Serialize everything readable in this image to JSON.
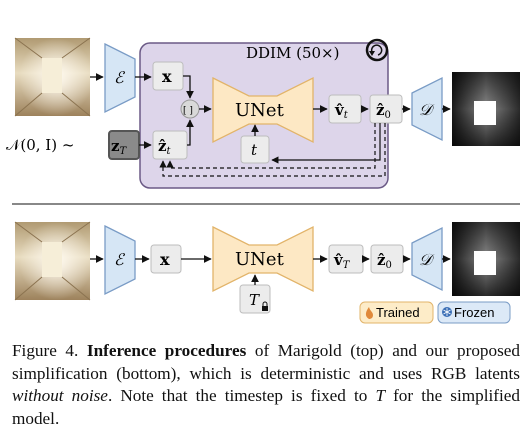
{
  "top": {
    "loop_label": "DDIM (50×)",
    "encoder": "ℰ",
    "decoder": "𝒟",
    "x_latent": "x",
    "concat_symbol": "[ ]",
    "unet": "UNet",
    "v_t": "v̂",
    "v_t_sub": "t",
    "z0": "ẑ",
    "z0_sub": "0",
    "zt": "ẑ",
    "zt_sub": "t",
    "timestep": "t",
    "noise_prefix": "𝒩(0, I) ~",
    "noise_z": "z",
    "noise_z_sub": "T"
  },
  "bottom": {
    "encoder": "ℰ",
    "decoder": "𝒟",
    "x_latent": "x",
    "unet": "UNet",
    "v_T": "v̂",
    "v_T_sub": "T",
    "z0": "ẑ",
    "z0_sub": "0",
    "timestep": "T"
  },
  "legend": {
    "trained": "Trained",
    "frozen": "Frozen"
  },
  "caption": {
    "figure_label": "Figure 4.",
    "bold_title": "Inference procedures",
    "text_1": " of Marigold (top) and our proposed simplification (bottom), which is deterministic and uses RGB latents ",
    "italic": "without noise",
    "text_2": ". Note that the timestep is fixed to ",
    "italic_T": "T",
    "text_3": " for the simplified model."
  },
  "colors": {
    "loop_fill": "#ddd5ea",
    "loop_stroke": "#6b5a86",
    "unet_fill": "#fde8c4",
    "unet_stroke": "#e2b46a",
    "encoder_fill": "#d6e6f5",
    "encoder_stroke": "#7a9cc6",
    "latent_fill": "#ececec",
    "latent_stroke": "#bdbdbd",
    "noise_fill": "#8a8a8a",
    "legend_trained_fill": "#fdecc8",
    "legend_frozen_fill": "#dce9f7"
  },
  "icons": [
    "room-photo",
    "depth-map",
    "cycle-icon",
    "lock-icon",
    "flame-icon",
    "snowflake-icon"
  ]
}
